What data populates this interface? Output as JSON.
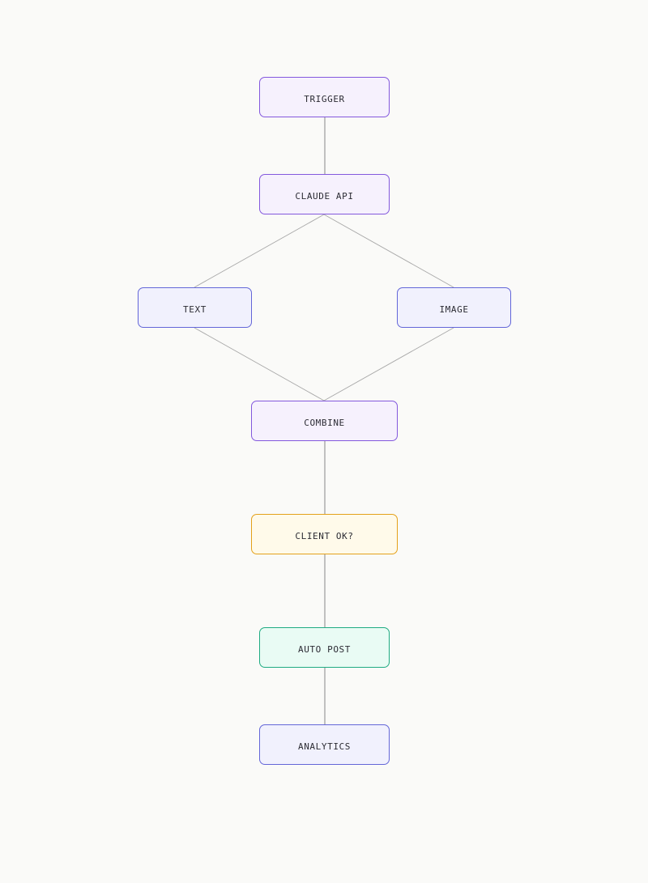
{
  "diagram": {
    "nodes": {
      "trigger": {
        "label": "TRIGGER",
        "color": "#8358dd"
      },
      "claude_api": {
        "label": "CLAUDE API",
        "color": "#8358dd"
      },
      "text": {
        "label": "TEXT",
        "color": "#6366d8"
      },
      "image": {
        "label": "IMAGE",
        "color": "#6366d8"
      },
      "combine": {
        "label": "COMBINE",
        "color": "#8358dd"
      },
      "client_ok": {
        "label": "CLIENT OK?",
        "color": "#e4a11a"
      },
      "auto_post": {
        "label": "AUTO POST",
        "color": "#1fab82"
      },
      "analytics": {
        "label": "ANALYTICS",
        "color": "#6366d8"
      }
    },
    "edges": [
      {
        "from": "TRIGGER",
        "to": "CLAUDE API"
      },
      {
        "from": "CLAUDE API",
        "to": "TEXT"
      },
      {
        "from": "CLAUDE API",
        "to": "IMAGE"
      },
      {
        "from": "TEXT",
        "to": "COMBINE"
      },
      {
        "from": "IMAGE",
        "to": "COMBINE"
      },
      {
        "from": "COMBINE",
        "to": "CLIENT OK?"
      },
      {
        "from": "CLIENT OK?",
        "to": "AUTO POST"
      },
      {
        "from": "AUTO POST",
        "to": "ANALYTICS"
      }
    ]
  }
}
